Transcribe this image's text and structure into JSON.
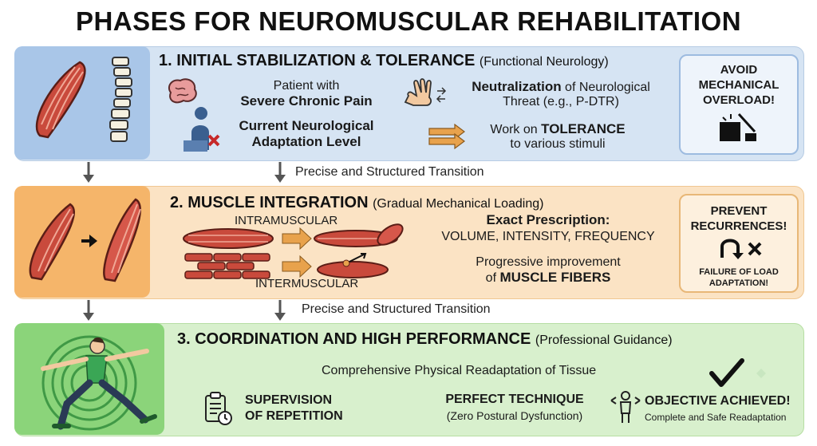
{
  "title": "PHASES FOR NEUROMUSCULAR REHABILITATION",
  "transition_label": "Precise and Structured Transition",
  "phase1": {
    "heading": "1. INITIAL STABILIZATION & TOLERANCE",
    "heading_sub": "(Functional Neurology)",
    "patient_line1": "Patient with",
    "patient_line2": "Severe Chronic Pain",
    "adapt_line1": "Current Neurological",
    "adapt_line2": "Adaptation Level",
    "neutral_bold": "Neutralization",
    "neutral_rest": " of Neurological",
    "neutral_line2": "Threat (e.g., P-DTR)",
    "tolerance_pre": "Work on ",
    "tolerance_bold": "TOLERANCE",
    "tolerance_line2": "to various stimuli",
    "callout_line1": "AVOID",
    "callout_line2": "MECHANICAL",
    "callout_line3": "OVERLOAD!"
  },
  "phase2": {
    "heading": "2. MUSCLE INTEGRATION",
    "heading_sub": "(Gradual Mechanical Loading)",
    "intra": "INTRAMUSCULAR",
    "inter": "INTERMUSCULAR",
    "prescription": "Exact Prescription:",
    "prescription_items": "VOLUME, INTENSITY, FREQUENCY",
    "progress_line1": "Progressive improvement",
    "progress_pre": "of ",
    "progress_bold": "MUSCLE FIBERS",
    "callout_line1": "PREVENT",
    "callout_line2": "RECURRENCES!",
    "callout_line3": "FAILURE OF LOAD",
    "callout_line4": "ADAPTATION!"
  },
  "phase3": {
    "heading": "3. COORDINATION AND HIGH PERFORMANCE",
    "heading_sub": "(Professional Guidance)",
    "readapt": "Comprehensive Physical Readaptation of Tissue",
    "supervision_line1": "SUPERVISION",
    "supervision_line2": "OF REPETITION",
    "technique": "PERFECT TECHNIQUE",
    "technique_sub": "(Zero Postural Dysfunction)",
    "objective": "OBJECTIVE ACHIEVED!",
    "objective_sub": "Complete and Safe Readaptation"
  },
  "colors": {
    "phase1": "#d6e4f3",
    "phase2": "#fbe3c4",
    "phase3": "#d8f0cd",
    "muscle": "#c94a3c",
    "arrow": "#e8a24c"
  }
}
